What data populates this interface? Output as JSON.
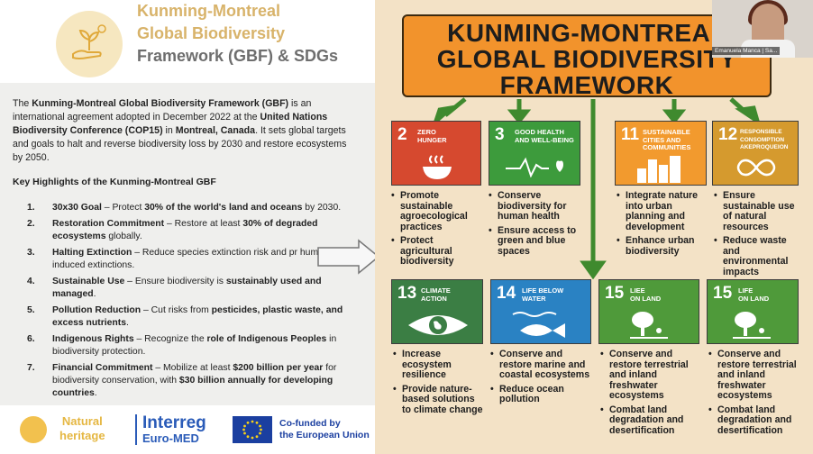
{
  "header": {
    "title_line1": "Kunming-Montreal",
    "title_line2": "Global Biodiversity",
    "title_line3": "Framework (GBF) & SDGs"
  },
  "intro": {
    "p1": "The ",
    "b1": "Kunming-Montreal Global Biodiversity Framework (GBF)",
    "p2": " is an international agreement adopted in December 2022 at the ",
    "b2": "United Nations Biodiversity Conference (COP15)",
    "p3": " in ",
    "b3": "Montreal, Canada",
    "p4": ". It sets global targets and goals to halt and reverse biodiversity loss by 2030 and restore ecosystems by 2050."
  },
  "highlights_title": "Key Highlights of the Kunming-Montreal GBF",
  "highlights": [
    {
      "num": "1.",
      "bold": "30x30 Goal",
      "text": " – Protect ",
      "bold2": "30% of the world's land and oceans",
      "text2": " by 2030."
    },
    {
      "num": "2.",
      "bold": "Restoration Commitment",
      "text": " – Restore at least ",
      "bold2": "30% of degraded ecosystems",
      "text2": " globally."
    },
    {
      "num": "3.",
      "bold": "Halting Extinction",
      "text": " – Reduce species extinction risk and pr",
      "bold2": "",
      "text2": " human-induced extinctions."
    },
    {
      "num": "4.",
      "bold": "Sustainable Use",
      "text": " – Ensure biodiversity is ",
      "bold2": "sustainably used and managed",
      "text2": "."
    },
    {
      "num": "5.",
      "bold": "Pollution Reduction",
      "text": " – Cut risks from ",
      "bold2": "pesticides, plastic waste, and excess nutrients",
      "text2": "."
    },
    {
      "num": "6.",
      "bold": "Indigenous Rights",
      "text": " – Recognize the ",
      "bold2": "role of Indigenous Peoples",
      "text2": " in biodiversity protection."
    },
    {
      "num": "7.",
      "bold": "Financial Commitment",
      "text": " – Mobilize at least ",
      "bold2": "$200 billion per year",
      "text2": " for biodiversity conservation, with ",
      "bold3": "$30 billion annually for developing countries",
      "text3": "."
    }
  ],
  "footer": {
    "natural1": "Natural",
    "natural2": "heritage",
    "interreg1": "Interreg",
    "interreg2": "Euro-MED",
    "eu1": "Co-funded by",
    "eu2": "the European Union"
  },
  "framework": {
    "line1": "KUNMING-MONTREAL",
    "line2": "GLOBAL BIODIVERSITY",
    "line3": "FRAMEWORK"
  },
  "sdgs": [
    {
      "num": "2",
      "label1": "ZERO",
      "label2": "HUNGER",
      "color": "#d6492f",
      "bullets": [
        "Promote sustainable agroecological practices",
        "Protect agricultural biodiversity"
      ]
    },
    {
      "num": "3",
      "label1": "GOOD HEALTH",
      "label2": "AND WELL-BEING",
      "color": "#3d9b3c",
      "bullets": [
        "Conserve biodiversity for human health",
        "Ensure access to green and blue spaces"
      ]
    },
    {
      "num": "11",
      "label1": "SUSTAINABLE",
      "label2": "CITIES AND COMMUNITIES",
      "color": "#f29a2e",
      "bullets": [
        "Integrate nature into urban planning and development",
        "Enhance urban biodiversity"
      ]
    },
    {
      "num": "12",
      "label1": "RESPONSIBLE",
      "label2": "CONSOMPTION AKEPROQUEION",
      "color": "#d59a2e",
      "bullets": [
        "Ensure sustainable use of natural resources",
        "Reduce waste and environmental impacts"
      ]
    },
    {
      "num": "13",
      "label1": "CLIMATE",
      "label2": "ACTION",
      "color": "#3b7e44",
      "bullets": [
        "Increase ecosystem resilience",
        "Provide nature-based solutions to climate change"
      ]
    },
    {
      "num": "14",
      "label1": "LIFE BELOW",
      "label2": "WATER",
      "color": "#2a82c3",
      "bullets": [
        "Conserve and restore marine and coastal ecosystems",
        "Reduce ocean pollution"
      ]
    },
    {
      "num": "15",
      "label1": "LIEE",
      "label2": "ON LAND",
      "color": "#4f9a3a",
      "bullets": [
        "Conserve and restore terrestrial and inland freshwater ecosystems",
        "Combat land degradation and desertification"
      ]
    },
    {
      "num": "15",
      "label1": "LIFE",
      "label2": "ON LAND",
      "color": "#4f9a3a",
      "bullets": [
        "Conserve and restore terrestrial and inland freshwater ecosystems",
        "Combat land degradation and desertification"
      ]
    }
  ],
  "video": {
    "name": "Emanuela Manca | Sa..."
  },
  "colors": {
    "accent_gold": "#d8b36a",
    "framework_orange": "#f2932c",
    "arrow_green": "#3f8a2e",
    "right_bg": "#f3e2c6"
  }
}
